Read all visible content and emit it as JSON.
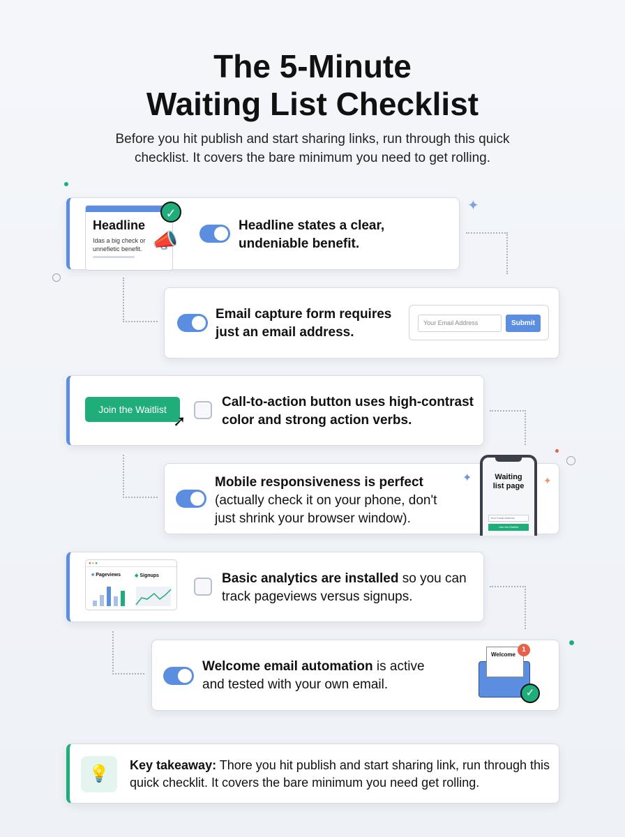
{
  "title": {
    "line1": "The 5-Minute",
    "line2": "Waiting List Checklist"
  },
  "subtitle": {
    "line1": "Before you hit publish and start sharing links, run through this quick",
    "line2": "checklist. It covers the bare minimum you need to get rolling."
  },
  "items": [
    {
      "bold": "Headline states a clear, undeniable benefit.",
      "rest": "",
      "checked": true,
      "mock": {
        "heading": "Headline",
        "body1": "Idas a big check or",
        "body2": "unnefietic benefit."
      }
    },
    {
      "bold": "Email capture form requires just an email address.",
      "rest": "",
      "checked": true,
      "mock": {
        "placeholder": "Your Email Address",
        "submit": "Submit"
      }
    },
    {
      "bold": "Call-to-action button uses high-contrast color and strong action verbs.",
      "rest": "",
      "checked": false,
      "mock": {
        "button": "Join the Waitlist"
      }
    },
    {
      "bold": "Mobile responsiveness is perfect",
      "rest": "(actually check it on your phone, don't just shrink your browser window).",
      "checked": true,
      "mock": {
        "heading1": "Waiting",
        "heading2": "list page",
        "input": "Your Email Address",
        "button": "Join the Waitlist"
      }
    },
    {
      "bold": "Basic analytics are installed",
      "rest": " so you can track pageviews versus signups.",
      "checked": false,
      "mock": {
        "legend1": "Pageviews",
        "legend2": "Signups"
      }
    },
    {
      "bold": "Welcome email automation",
      "rest": " is active and tested with your own email.",
      "checked": true,
      "mock": {
        "letter": "Welcome",
        "badge": "1"
      }
    }
  ],
  "takeaway": {
    "label": "Key takeaway:",
    "text": " Thore you hit publish and start sharing link, run through this quick checklit. It covers the bare minimum you need get rolling."
  },
  "colors": {
    "blue": "#5b8ee0",
    "green": "#1fae7a",
    "red": "#e8604a"
  }
}
